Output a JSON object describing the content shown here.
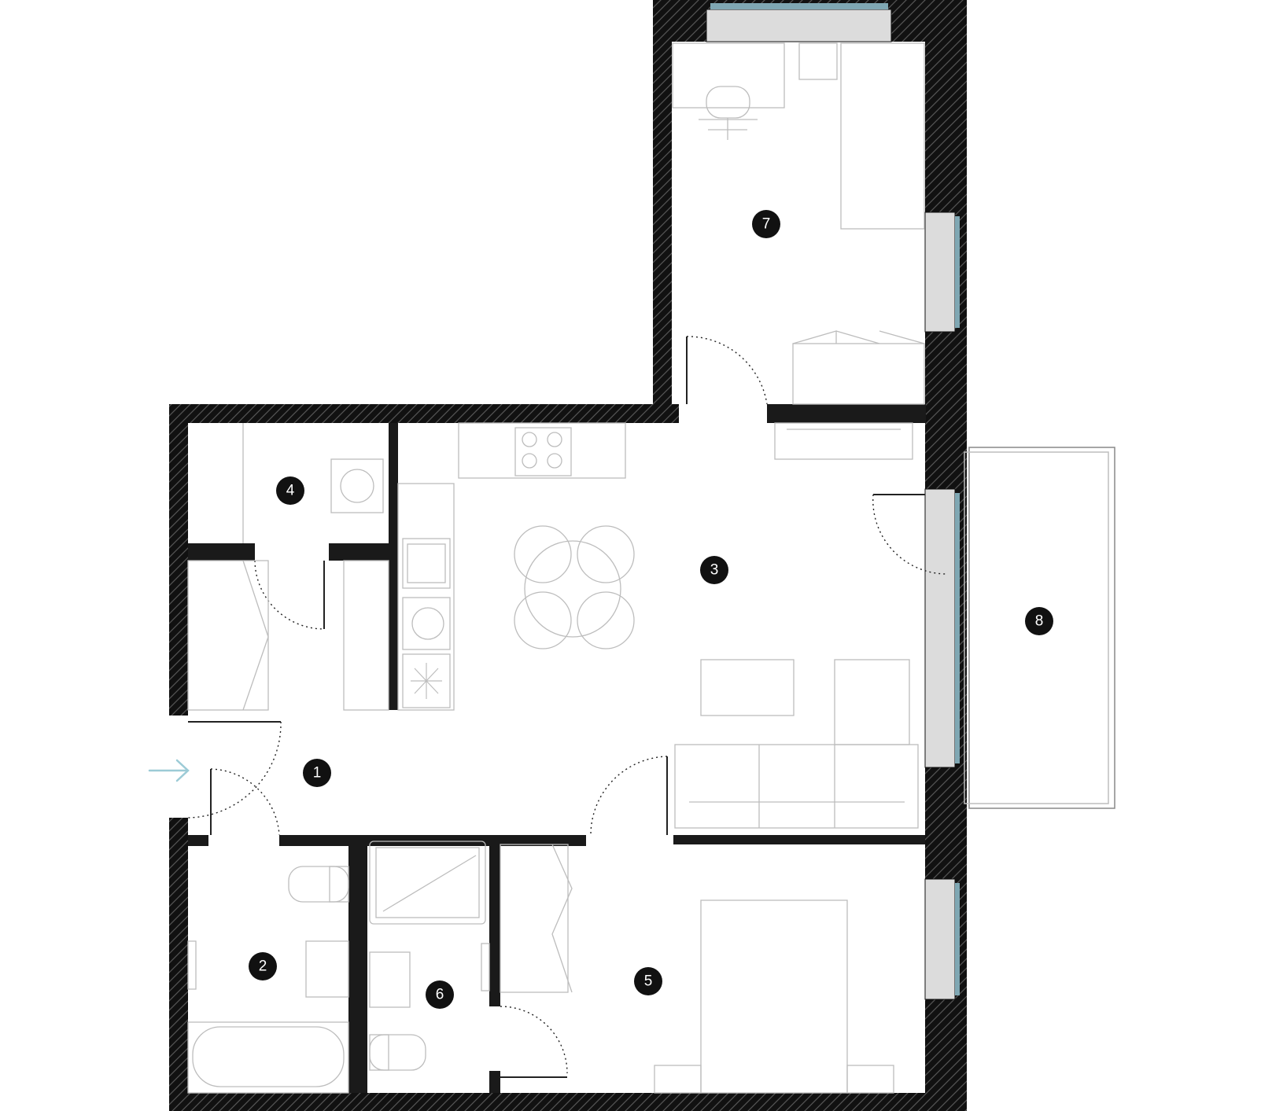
{
  "plan": {
    "colors": {
      "wall": "#1a1a1a",
      "furniture": "#bdbdbd",
      "window_glass": "#dcdcdc",
      "window_frame": "#7fa7b3",
      "entrance_arrow": "#9ccbd6",
      "door_swing": "#222222"
    },
    "entrance": {
      "icon": "entrance-arrow-icon"
    },
    "rooms": [
      {
        "id": "hall",
        "label": "1"
      },
      {
        "id": "bathroom",
        "label": "2"
      },
      {
        "id": "living-kitchen",
        "label": "3"
      },
      {
        "id": "utility",
        "label": "4"
      },
      {
        "id": "bedroom",
        "label": "5"
      },
      {
        "id": "shower-room",
        "label": "6"
      },
      {
        "id": "study-bedroom",
        "label": "7"
      },
      {
        "id": "balcony",
        "label": "8"
      }
    ]
  }
}
